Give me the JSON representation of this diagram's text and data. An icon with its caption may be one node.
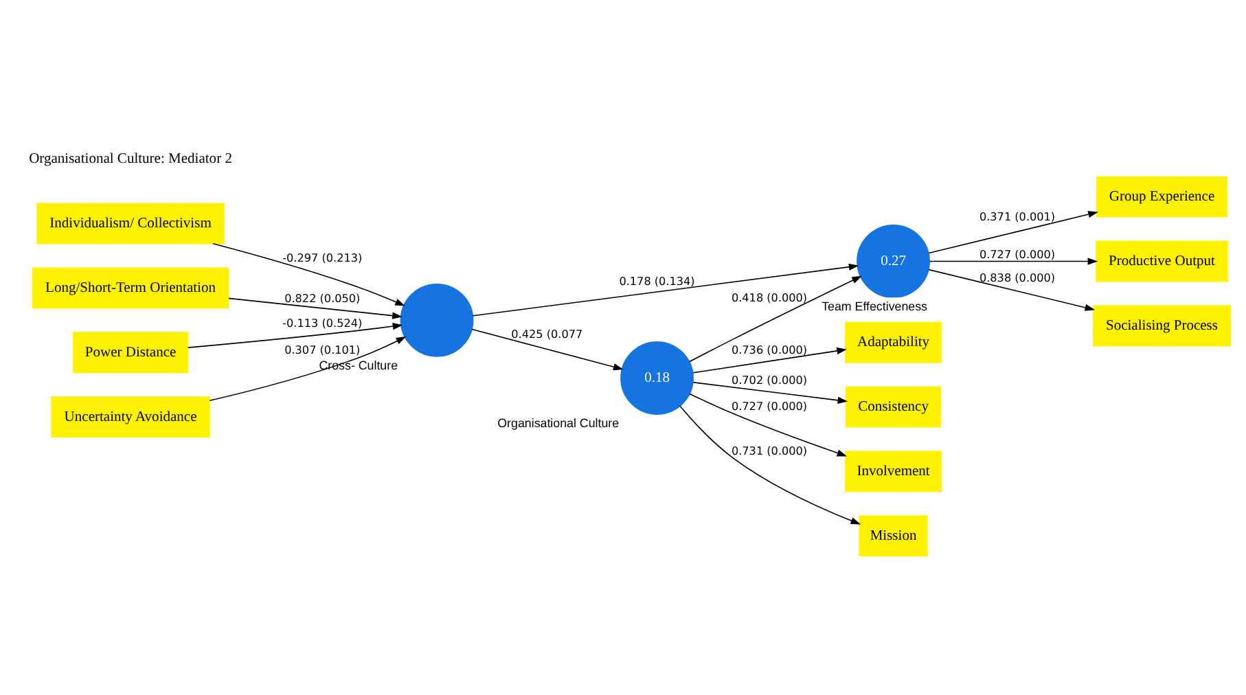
{
  "diagram": {
    "nodes": [
      {
        "text": [
          "Individualism/ Collectivism"
        ]
      },
      {
        "text": [
          "Long/Short-Term Orientation"
        ]
      },
      {
        "text": [
          "Power Distance"
        ]
      },
      {
        "text": [
          "Uncertainty Avoidance"
        ]
      },
      {
        "text": [],
        "shape": "circle",
        "beside": [
          "Cross- Culture"
        ]
      },
      {
        "text": [
          "0.27"
        ],
        "beside": [
          "Team Effectiveness"
        ]
      },
      {
        "text": [
          "Group Experience"
        ]
      },
      {
        "text": [
          "Productive Output"
        ]
      },
      {
        "text": [
          "Socialising Process"
        ]
      },
      {
        "text": [
          "0.18"
        ],
        "beside": [
          "Organisational Culture"
        ]
      },
      {
        "text": [
          "Adaptability"
        ]
      },
      {
        "text": [
          "Consistency"
        ]
      },
      {
        "text": [
          "Involvement"
        ]
      },
      {
        "text": [
          "Mission"
        ]
      }
    ],
    "edges": [
      {
        "from": 0,
        "to": 4,
        "arrow": "to",
        "label": "-0.297 (0.213)"
      },
      {
        "from": 1,
        "to": 4,
        "arrow": "to",
        "label": "0.822 (0.050)"
      },
      {
        "from": 2,
        "to": 4,
        "arrow": "to",
        "label": "-0.113 (0.524)"
      },
      {
        "from": 3,
        "to": 4,
        "arrow": "to",
        "label": "0.307 (0.101)"
      },
      {
        "from": 4,
        "to": 5,
        "arrow": "to",
        "label": "0.178 (0.134)"
      },
      {
        "from": 4,
        "to": 9,
        "arrow": "to",
        "label": "0.425 (0.077"
      },
      {
        "from": 9,
        "to": 5,
        "arrow": "to",
        "label": "0.418 (0.000)"
      },
      {
        "from": 5,
        "to": 6,
        "arrow": "to",
        "label": "0.371 (0.001)"
      },
      {
        "from": 5,
        "to": 7,
        "arrow": "to",
        "label": "0.727 (0.000)"
      },
      {
        "from": 5,
        "to": 8,
        "arrow": "to",
        "label": "0.838 (0.000)"
      },
      {
        "from": 9,
        "to": 10,
        "arrow": "to",
        "label": "0.736 (0.000)"
      },
      {
        "from": 9,
        "to": 11,
        "arrow": "to",
        "label": "0.702 (0.000)"
      },
      {
        "from": 9,
        "to": 12,
        "arrow": "to",
        "label": "0.727 (0.000)"
      },
      {
        "from": 9,
        "to": 13,
        "arrow": "to",
        "label": "0.731 (0.000)"
      }
    ],
    "labels": [
      "Organisational Culture: Mediator 2"
    ]
  }
}
